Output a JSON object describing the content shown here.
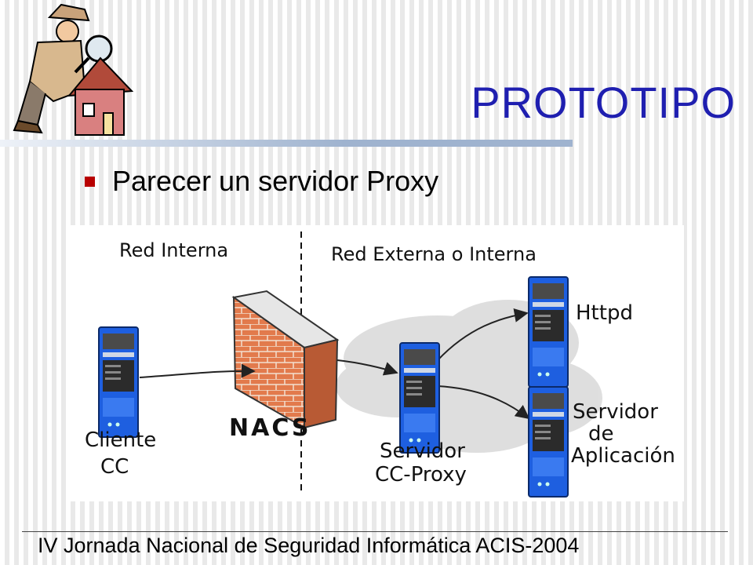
{
  "slide": {
    "title": "PROTOTIPO",
    "bullet": "Parecer un servidor Proxy",
    "footer": "IV Jornada Nacional de Seguridad Informática ACIS-2004"
  },
  "diagram": {
    "zones": {
      "left": "Red Interna",
      "right": "Red Externa o Interna"
    },
    "nodes": {
      "client": [
        "Cliente",
        "CC"
      ],
      "firewall": "NACS",
      "proxy": [
        "Servidor",
        "CC-Proxy"
      ],
      "httpd": "Httpd",
      "app": [
        "Servidor",
        "de",
        "Aplicación"
      ]
    }
  },
  "colors": {
    "title": "#1f1fb0",
    "bullet": "#b80000",
    "server_blue": "#1e5fe0",
    "brick": "#e27a4c"
  }
}
